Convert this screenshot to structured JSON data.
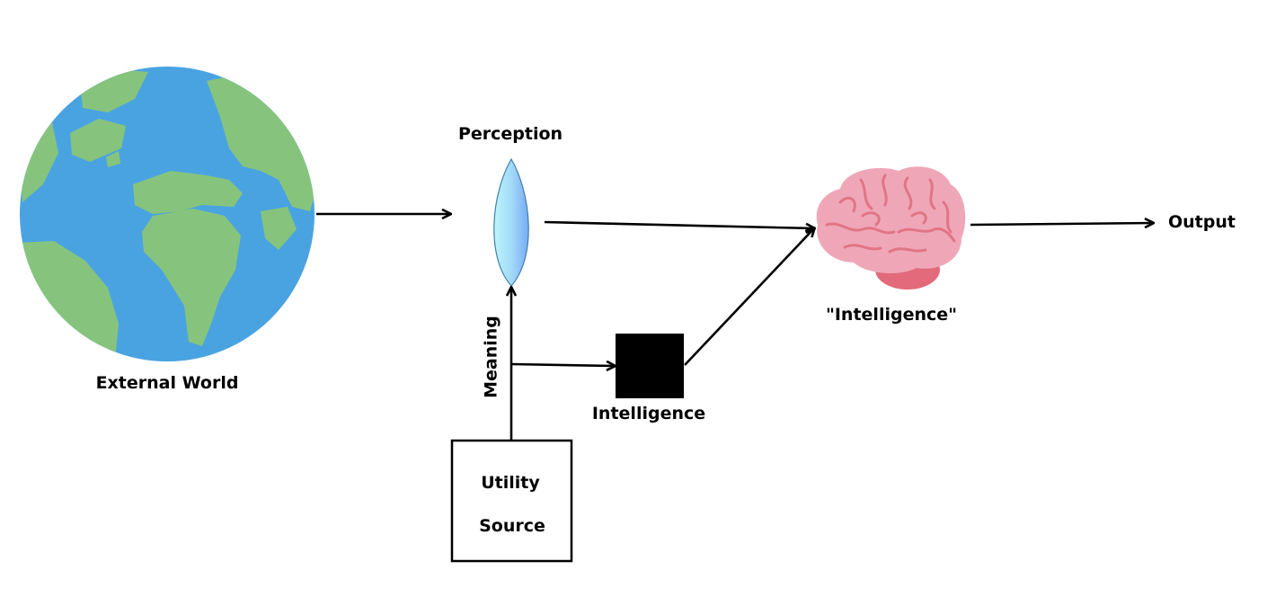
{
  "labels": {
    "external_world": "External World",
    "perception": "Perception",
    "intelligence_box": "Intelligence",
    "intelligence_quoted": "\"Intelligence\"",
    "output": "Output",
    "meaning": "Meaning",
    "utility_line1": "Utility",
    "utility_line2": "Source"
  },
  "colors": {
    "ocean": "#4aa3e1",
    "land": "#86c47d",
    "lens_light": "#b9f3fb",
    "lens_dark": "#7cb1f5",
    "brain_pink": "#efa7b8",
    "brain_dark": "#e26a7a",
    "arrow": "#000000"
  },
  "icons": {
    "earth": "earth-icon",
    "lens": "lens-icon",
    "brain": "brain-icon",
    "black_box": "black-box"
  }
}
